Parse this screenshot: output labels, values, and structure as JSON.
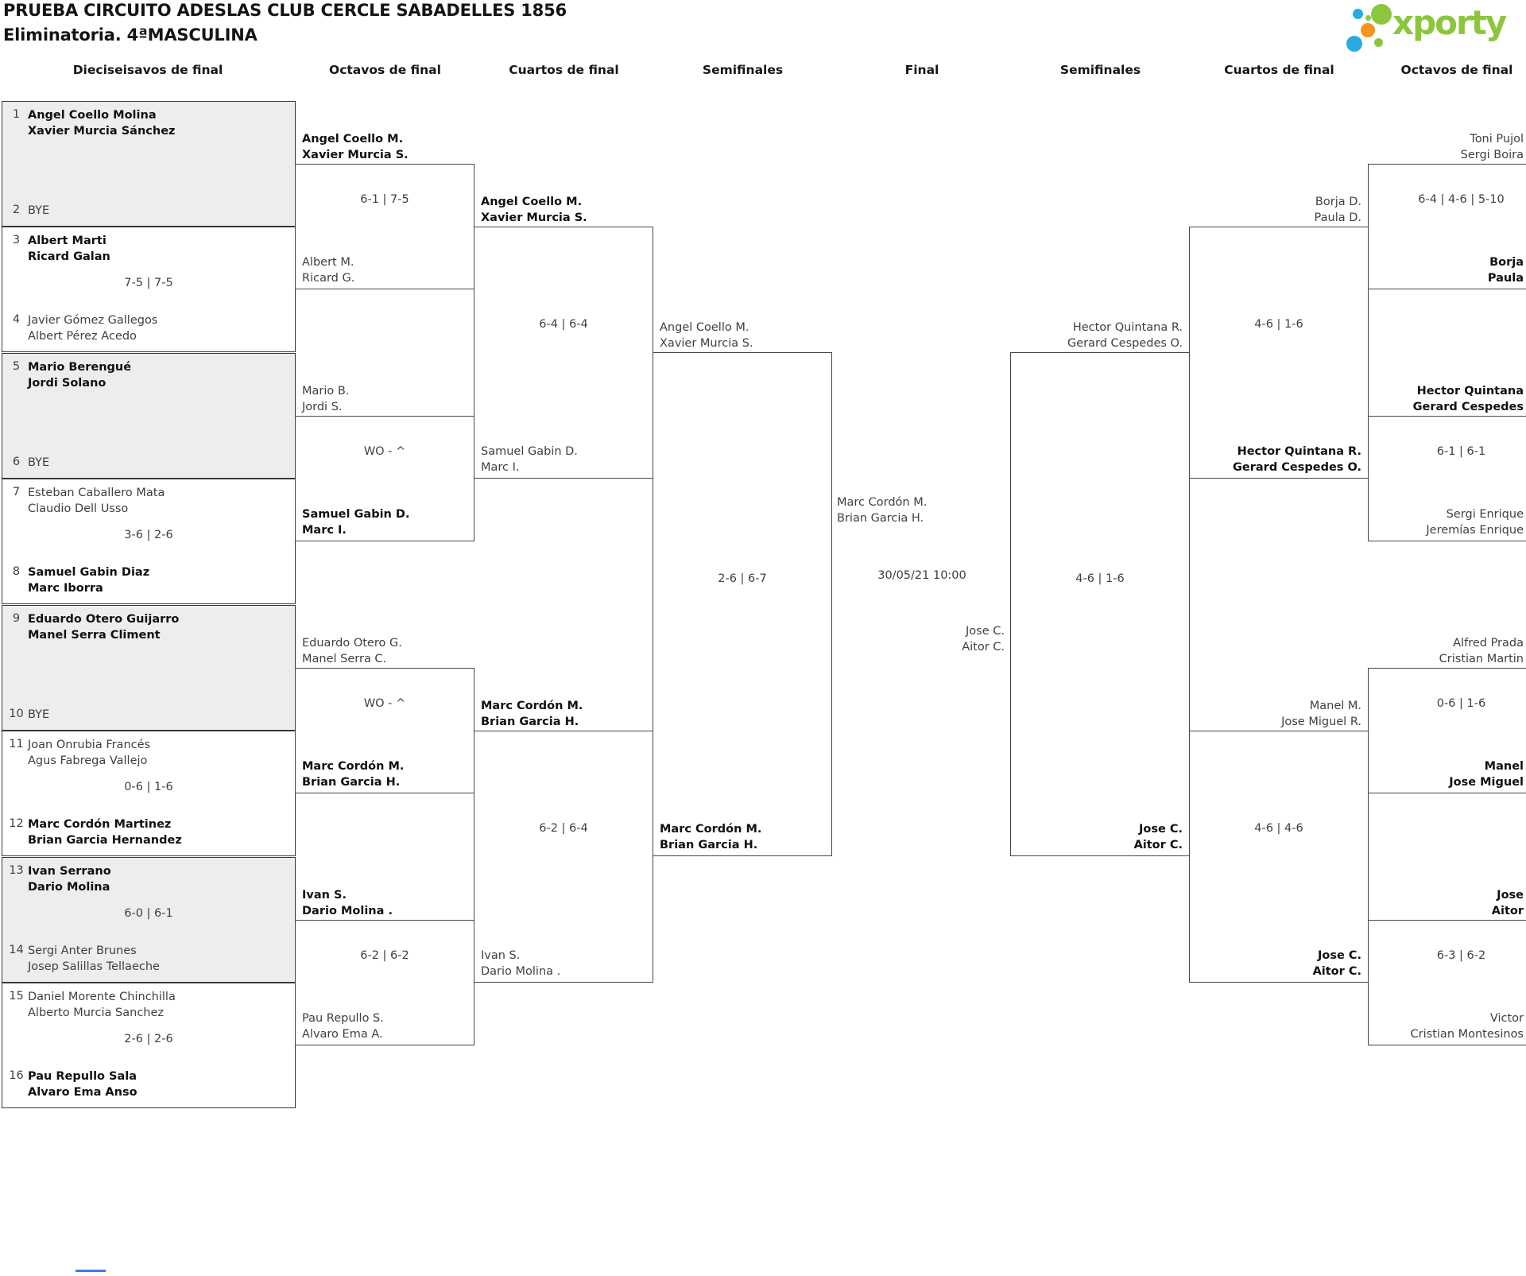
{
  "title": "PRUEBA CIRCUITO ADESLAS CLUB CERCLE SABADELLES 1856",
  "subtitle": "Eliminatoria. 4ªMASCULINA",
  "logo": {
    "brand": "xporty",
    "colors": {
      "green": "#8CC63F",
      "blue": "#29ABE2",
      "orange": "#F7931E"
    }
  },
  "rounds": [
    "Dieciseisavos de final",
    "Octavos de final",
    "Cuartos de final",
    "Semifinales",
    "Final",
    "Semifinales",
    "Cuartos de final",
    "Octavos de final"
  ],
  "r32": [
    {
      "score": "",
      "top": {
        "seed": "1",
        "n1": "Angel Coello Molina",
        "n2": "Xavier Murcia Sánchez",
        "win": true
      },
      "bot": {
        "seed": "2",
        "n1": "BYE",
        "n2": "",
        "win": false
      }
    },
    {
      "score": "7-5 | 7-5",
      "top": {
        "seed": "3",
        "n1": "Albert Marti",
        "n2": "Ricard Galan",
        "win": true
      },
      "bot": {
        "seed": "4",
        "n1": "Javier Gómez Gallegos",
        "n2": "Albert Pérez Acedo",
        "win": false
      }
    },
    {
      "score": "",
      "top": {
        "seed": "5",
        "n1": "Mario Berengué",
        "n2": "Jordi Solano",
        "win": true
      },
      "bot": {
        "seed": "6",
        "n1": "BYE",
        "n2": "",
        "win": false
      }
    },
    {
      "score": "3-6 | 2-6",
      "top": {
        "seed": "7",
        "n1": "Esteban Caballero Mata",
        "n2": "Claudio Dell Usso",
        "win": false
      },
      "bot": {
        "seed": "8",
        "n1": "Samuel Gabin Diaz",
        "n2": "Marc Iborra",
        "win": true
      }
    },
    {
      "score": "",
      "top": {
        "seed": "9",
        "n1": "Eduardo Otero Guijarro",
        "n2": "Manel Serra Climent",
        "win": true
      },
      "bot": {
        "seed": "10",
        "n1": "BYE",
        "n2": "",
        "win": false
      }
    },
    {
      "score": "0-6 | 1-6",
      "top": {
        "seed": "11",
        "n1": "Joan Onrubia Francés",
        "n2": "Agus Fabrega Vallejo",
        "win": false
      },
      "bot": {
        "seed": "12",
        "n1": "Marc Cordón Martinez",
        "n2": "Brian Garcia Hernandez",
        "win": true
      }
    },
    {
      "score": "6-0 | 6-1",
      "top": {
        "seed": "13",
        "n1": "Ivan Serrano",
        "n2": "Dario Molina",
        "win": true
      },
      "bot": {
        "seed": "14",
        "n1": "Sergi Anter Brunes",
        "n2": "Josep Salillas Tellaeche",
        "win": false
      }
    },
    {
      "score": "2-6 | 2-6",
      "top": {
        "seed": "15",
        "n1": "Daniel Morente Chinchilla",
        "n2": "Alberto Murcia Sanchez",
        "win": false
      },
      "bot": {
        "seed": "16",
        "n1": "Pau Repullo Sala",
        "n2": "Alvaro Ema Anso",
        "win": true
      }
    }
  ],
  "oct_l": [
    {
      "score": "6-1 | 7-5",
      "top": {
        "n1": "Angel Coello M.",
        "n2": "Xavier Murcia S.",
        "win": true
      },
      "bot": {
        "n1": "Albert M.",
        "n2": "Ricard G.",
        "win": false
      }
    },
    {
      "score": "WO - ^",
      "top": {
        "n1": "Mario B.",
        "n2": "Jordi S.",
        "win": false
      },
      "bot": {
        "n1": "Samuel Gabin D.",
        "n2": "Marc I.",
        "win": true
      }
    },
    {
      "score": "WO - ^",
      "top": {
        "n1": "Eduardo Otero G.",
        "n2": "Manel Serra C.",
        "win": false
      },
      "bot": {
        "n1": "Marc Cordón M.",
        "n2": "Brian Garcia H.",
        "win": true
      }
    },
    {
      "score": "6-2 | 6-2",
      "top": {
        "n1": "Ivan S.",
        "n2": "Dario Molina .",
        "win": true
      },
      "bot": {
        "n1": "Pau Repullo S.",
        "n2": "Alvaro Ema A.",
        "win": false
      }
    }
  ],
  "qf_l": [
    {
      "score": "6-4 | 6-4",
      "top": {
        "n1": "Angel Coello M.",
        "n2": "Xavier Murcia S.",
        "win": true
      },
      "bot": {
        "n1": "Samuel Gabin D.",
        "n2": "Marc I.",
        "win": false
      }
    },
    {
      "score": "6-2 | 6-4",
      "top": {
        "n1": "Marc Cordón M.",
        "n2": "Brian Garcia H.",
        "win": true
      },
      "bot": {
        "n1": "Ivan S.",
        "n2": "Dario Molina .",
        "win": false
      }
    }
  ],
  "sf_l": {
    "score": "2-6 | 6-7",
    "top": {
      "n1": "Angel Coello M.",
      "n2": "Xavier Murcia S.",
      "win": false
    },
    "bot": {
      "n1": "Marc Cordón M.",
      "n2": "Brian Garcia H.",
      "win": true
    }
  },
  "fin": {
    "date": "30/05/21 10:00",
    "top": {
      "n1": "Marc Cordón M.",
      "n2": "Brian Garcia H.",
      "win": false
    },
    "bot": {
      "n1": "Jose C.",
      "n2": "Aitor C.",
      "win": false
    }
  },
  "sf_r": {
    "score": "4-6 | 1-6",
    "top": {
      "n1": "Hector Quintana R.",
      "n2": "Gerard Cespedes O.",
      "win": false
    },
    "bot": {
      "n1": "Jose C.",
      "n2": "Aitor C.",
      "win": true
    }
  },
  "qf_r": [
    {
      "score": "4-6 | 1-6",
      "top": {
        "n1": "Borja D.",
        "n2": "Paula D.",
        "win": false
      },
      "bot": {
        "n1": "Hector Quintana R.",
        "n2": "Gerard Cespedes O.",
        "win": true
      }
    },
    {
      "score": "4-6 | 4-6",
      "top": {
        "n1": "Manel M.",
        "n2": "Jose Miguel R.",
        "win": false
      },
      "bot": {
        "n1": "Jose C.",
        "n2": "Aitor C.",
        "win": true
      }
    }
  ],
  "oct_r": [
    {
      "score": "6-4 | 4-6 | 5-10",
      "top": {
        "n1": "Toni Pujol",
        "n2": "Sergi Boira",
        "win": false
      },
      "bot": {
        "n1": "Borja",
        "n2": "Paula",
        "win": true
      }
    },
    {
      "score": "6-1 | 6-1",
      "top": {
        "n1": "Hector Quintana",
        "n2": "Gerard Cespedes",
        "win": true
      },
      "bot": {
        "n1": "Sergi Enrique",
        "n2": "Jeremías Enrique",
        "win": false
      }
    },
    {
      "score": "0-6 | 1-6",
      "top": {
        "n1": "Alfred Prada",
        "n2": "Cristian Martin",
        "win": false
      },
      "bot": {
        "n1": "Manel",
        "n2": "Jose Miguel",
        "win": true
      }
    },
    {
      "score": "6-3 | 6-2",
      "top": {
        "n1": "Jose",
        "n2": "Aitor",
        "win": true
      },
      "bot": {
        "n1": "Victor",
        "n2": "Cristian Montesinos",
        "win": false
      }
    }
  ]
}
